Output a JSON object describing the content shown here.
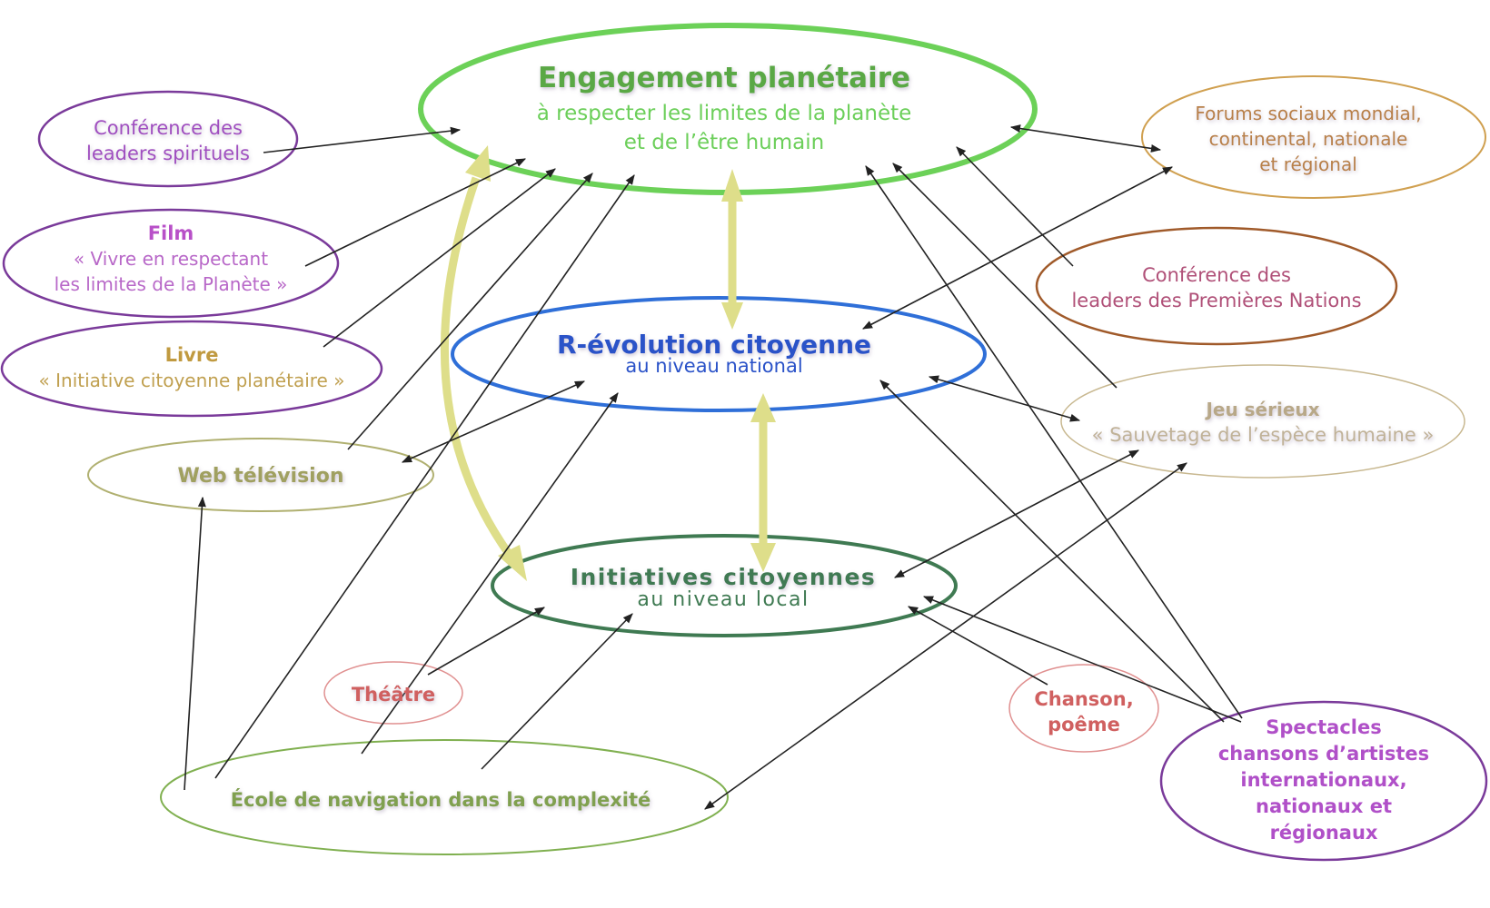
{
  "diagram": {
    "nodes": {
      "engagement": {
        "lines": [
          "Engagement planétaire",
          "à respecter les limites de la planète",
          "et de l’être humain"
        ],
        "color_title": "#5aa844",
        "color_sub": "#6ccf5a",
        "border": "#6cd158"
      },
      "revolution": {
        "lines": [
          "R-évolution citoyenne",
          "au niveau national"
        ],
        "color_title": "#2a52c8",
        "color_sub": "#2a52c8",
        "border": "#2f6fd8"
      },
      "initiatives": {
        "lines": [
          "Initiatives citoyennes",
          "au niveau local"
        ],
        "color_title": "#3f7a52",
        "color_sub": "#3f7a52",
        "border": "#3f7a52"
      },
      "conf_spirituels": {
        "lines": [
          "Conférence des",
          "leaders spirituels"
        ],
        "color_title": "#a050c0",
        "border": "#7a3a9a"
      },
      "film": {
        "lines": [
          "Film",
          "« Vivre en respectant",
          "les limites de la Planète »"
        ],
        "color_title": "#b850c8",
        "color_sub": "#b868c8",
        "border": "#7a3a9a"
      },
      "livre": {
        "lines": [
          "Livre",
          "« Initiative citoyenne planétaire »"
        ],
        "color_title": "#c09a40",
        "color_sub": "#c0a050",
        "border": "#7a3a9a"
      },
      "web_tv": {
        "lines": [
          "Web télévision"
        ],
        "color_title": "#a0a060",
        "border": "#b0b070"
      },
      "forums": {
        "lines": [
          "Forums sociaux mondial,",
          "continental, nationale",
          "et régional"
        ],
        "color_title": "#b8804a",
        "border": "#d0a050"
      },
      "conf_premieres_nations": {
        "lines": [
          "Conférence des",
          "leaders des Premières Nations"
        ],
        "color_title": "#b05078",
        "border": "#a05a2a"
      },
      "jeu_serieux": {
        "lines": [
          "Jeu sérieux",
          "« Sauvetage de l’espèce humaine »"
        ],
        "color_title": "#b8a888",
        "color_sub": "#c0b298",
        "border": "#c8b890"
      },
      "theatre": {
        "lines": [
          "Théâtre"
        ],
        "color_title": "#d06060",
        "border": "#e09090"
      },
      "chanson": {
        "lines": [
          "Chanson,",
          "poême"
        ],
        "color_title": "#d06060",
        "border": "#e09090"
      },
      "spectacles": {
        "lines": [
          "Spectacles",
          "chansons d’artistes",
          "internationaux,",
          "nationaux et",
          "régionaux"
        ],
        "color_title": "#b050c8",
        "border": "#7a3a9a"
      },
      "ecole": {
        "lines": [
          "École de navigation dans la complexité"
        ],
        "color_title": "#80a050",
        "border": "#80b050"
      }
    },
    "connections": [
      {
        "from": "conf_spirituels",
        "to": "engagement"
      },
      {
        "from": "film",
        "to": "engagement"
      },
      {
        "from": "livre",
        "to": "engagement"
      },
      {
        "from": "web_tv",
        "to": "engagement"
      },
      {
        "from": "ecole",
        "to": "engagement"
      },
      {
        "from": "engagement",
        "to": "forums",
        "bidirectional": true
      },
      {
        "from": "conf_premieres_nations",
        "to": "engagement"
      },
      {
        "from": "jeu_serieux",
        "to": "engagement"
      },
      {
        "from": "spectacles",
        "to": "engagement"
      },
      {
        "from": "forums",
        "to": "revolution",
        "bidirectional": true
      },
      {
        "from": "revolution",
        "to": "web_tv",
        "bidirectional": true
      },
      {
        "from": "ecole",
        "to": "revolution"
      },
      {
        "from": "revolution",
        "to": "jeu_serieux",
        "bidirectional": true
      },
      {
        "from": "spectacles",
        "to": "revolution"
      },
      {
        "from": "theatre",
        "to": "initiatives"
      },
      {
        "from": "ecole",
        "to": "initiatives"
      },
      {
        "from": "initiatives",
        "to": "jeu_serieux",
        "bidirectional": true
      },
      {
        "from": "chanson",
        "to": "initiatives"
      },
      {
        "from": "spectacles",
        "to": "initiatives"
      },
      {
        "from": "ecole",
        "to": "jeu_serieux",
        "bidirectional": true
      },
      {
        "from": "ecole",
        "to": "web_tv"
      },
      {
        "from": "engagement",
        "to": "revolution",
        "major": true,
        "bidirectional": true
      },
      {
        "from": "revolution",
        "to": "initiatives",
        "major": true,
        "bidirectional": true
      },
      {
        "from": "engagement",
        "to": "initiatives",
        "major": true,
        "bidirectional": true,
        "curved": true
      }
    ],
    "colors": {
      "major_arrow": "#dede8a",
      "connector": "#222222"
    }
  }
}
